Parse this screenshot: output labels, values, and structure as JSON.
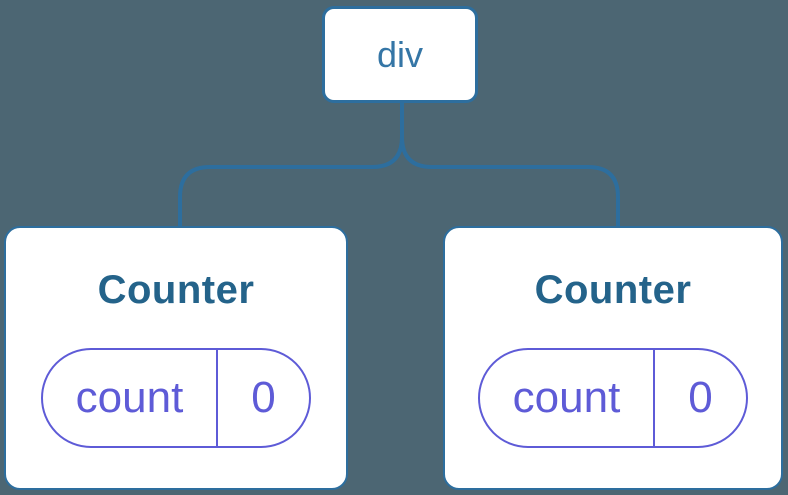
{
  "diagram": {
    "root": {
      "label": "div"
    },
    "children": [
      {
        "title": "Counter",
        "state": {
          "key": "count",
          "value": "0"
        }
      },
      {
        "title": "Counter",
        "state": {
          "key": "count",
          "value": "0"
        }
      }
    ],
    "colors": {
      "background": "#4c6673",
      "node_fill": "#ffffff",
      "line": "#2d6e9e",
      "root_text": "#3576a6",
      "component_text": "#24638a",
      "state_accent": "#5e5bd7"
    }
  }
}
